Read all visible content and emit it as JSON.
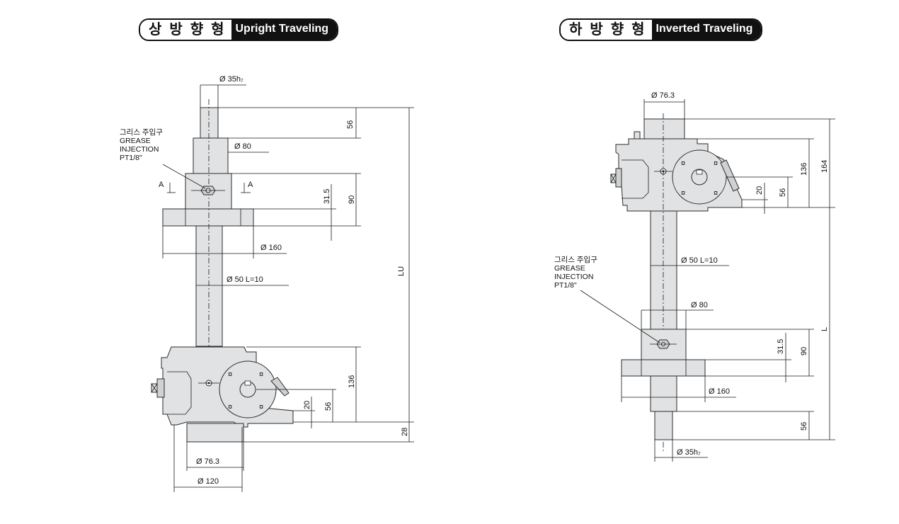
{
  "upright": {
    "title_ko": "상 방 향 형",
    "title_en": "Upright Traveling",
    "grease_note": [
      "그리스 주입구",
      "GREASE",
      "INJECTION",
      "PT1/8\""
    ],
    "dims": {
      "shaft_dia": "Ø 35h₇",
      "flange_dia_80": "Ø 80",
      "nut_dia": "Ø 160",
      "screw": "Ø 50  L=10",
      "bottom_dia_76": "Ø 76.3",
      "bottom_dia_120": "Ø 120",
      "v56_top": "56",
      "v90": "90",
      "v31_5": "31.5",
      "lu": "LU",
      "v136": "136",
      "v20": "20",
      "v56_gear": "56",
      "v28": "28",
      "section_a": "A"
    }
  },
  "inverted": {
    "title_ko": "하 방 향 형",
    "title_en": "Inverted Traveling",
    "grease_note": [
      "그리스 주입구",
      "GREASE",
      "INJECTION",
      "PT1/8\""
    ],
    "dims": {
      "top_dia": "Ø 76.3",
      "v136": "136",
      "v164": "164",
      "v20": "20",
      "v56_gear": "56",
      "screw": "Ø 50  L=10",
      "flange_dia_80": "Ø 80",
      "v31_5": "31.5",
      "v90": "90",
      "l": "L",
      "nut_dia": "Ø 160",
      "v56_bottom": "56",
      "shaft_dia": "Ø 35h₇"
    }
  }
}
